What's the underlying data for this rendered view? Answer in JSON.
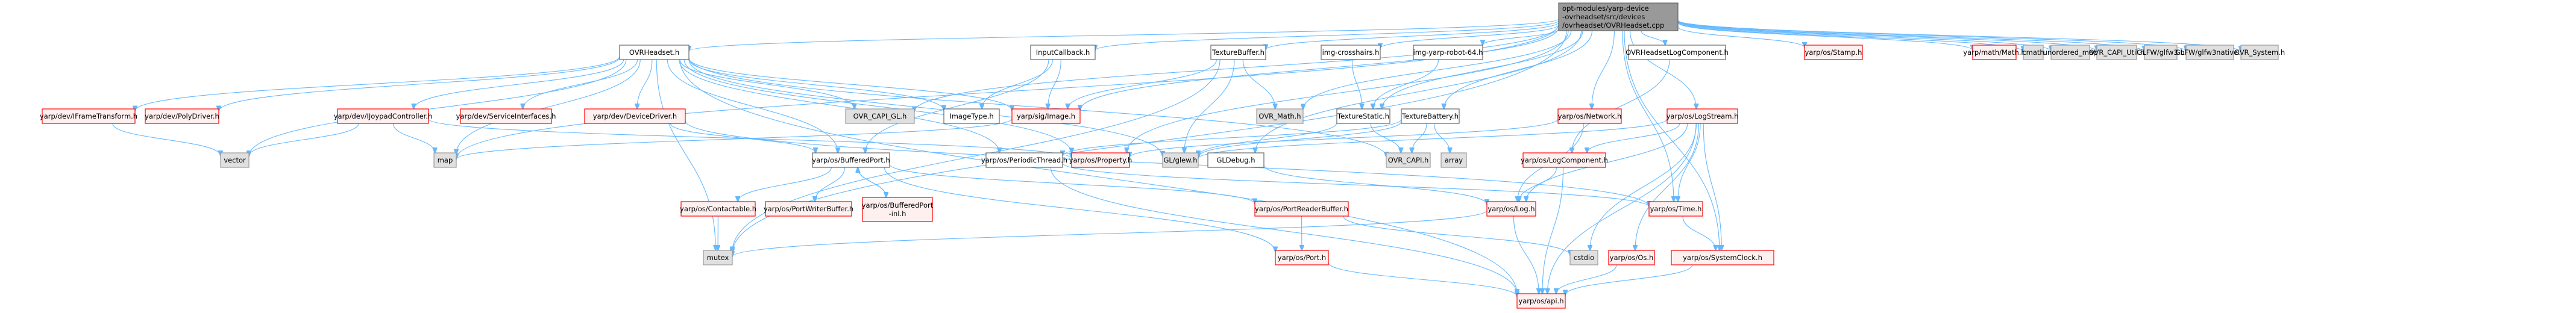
{
  "graph": {
    "title": "Include dependency graph for OVRHeadset.cpp",
    "styles": {
      "root": {
        "fill": "#999999",
        "stroke": "#666666"
      },
      "local": {
        "fill": "#ffffff",
        "stroke": "#666666"
      },
      "system": {
        "fill": "#e0e0e0",
        "stroke": "#999999"
      },
      "external": {
        "fill": "#fff0f0",
        "stroke": "#ff0000"
      },
      "edge": "#63b8ff"
    },
    "nodes": [
      {
        "id": "root",
        "lines": [
          "opt-modules/yarp-device",
          "-ovrheadset/src/devices",
          "/ovrheadset/OVRHeadset.cpp"
        ],
        "kind": "root"
      },
      {
        "id": "ovrheadset_h",
        "lines": [
          "OVRHeadset.h"
        ],
        "kind": "local"
      },
      {
        "id": "inputcallback_h",
        "lines": [
          "InputCallback.h"
        ],
        "kind": "local"
      },
      {
        "id": "texturebuffer_h",
        "lines": [
          "TextureBuffer.h"
        ],
        "kind": "local"
      },
      {
        "id": "img_crosshairs_h",
        "lines": [
          "img-crosshairs.h"
        ],
        "kind": "local"
      },
      {
        "id": "img_yarp_robot_h",
        "lines": [
          "img-yarp-robot-64.h"
        ],
        "kind": "local"
      },
      {
        "id": "ovrlogcomp_h",
        "lines": [
          "OVRHeadsetLogComponent.h"
        ],
        "kind": "local"
      },
      {
        "id": "stamp_h",
        "lines": [
          "yarp/os/Stamp.h"
        ],
        "kind": "external"
      },
      {
        "id": "math_h",
        "lines": [
          "yarp/math/Math.h"
        ],
        "kind": "external"
      },
      {
        "id": "cmath",
        "lines": [
          "cmath"
        ],
        "kind": "system"
      },
      {
        "id": "unordered_map",
        "lines": [
          "unordered_map"
        ],
        "kind": "system"
      },
      {
        "id": "ovr_capi_util",
        "lines": [
          "OVR_CAPI_Util.h"
        ],
        "kind": "system"
      },
      {
        "id": "glfw3",
        "lines": [
          "GLFW/glfw3.h"
        ],
        "kind": "system"
      },
      {
        "id": "glfw3native",
        "lines": [
          "GLFW/glfw3native.h"
        ],
        "kind": "system"
      },
      {
        "id": "ovr_system",
        "lines": [
          "OVR_System.h"
        ],
        "kind": "system"
      },
      {
        "id": "iframetransform_h",
        "lines": [
          "yarp/dev/IFrameTransform.h"
        ],
        "kind": "external"
      },
      {
        "id": "polydriver_h",
        "lines": [
          "yarp/dev/PolyDriver.h"
        ],
        "kind": "external"
      },
      {
        "id": "ijoypad_h",
        "lines": [
          "yarp/dev/IJoypadController.h"
        ],
        "kind": "external"
      },
      {
        "id": "serviceif_h",
        "lines": [
          "yarp/dev/ServiceInterfaces.h"
        ],
        "kind": "external"
      },
      {
        "id": "devicedriver_h",
        "lines": [
          "yarp/dev/DeviceDriver.h"
        ],
        "kind": "external"
      },
      {
        "id": "ovr_capi_gl",
        "lines": [
          "OVR_CAPI_GL.h"
        ],
        "kind": "system"
      },
      {
        "id": "imagetype_h",
        "lines": [
          "ImageType.h"
        ],
        "kind": "local"
      },
      {
        "id": "image_h",
        "lines": [
          "yarp/sig/Image.h"
        ],
        "kind": "external"
      },
      {
        "id": "ovr_math",
        "lines": [
          "OVR_Math.h"
        ],
        "kind": "system"
      },
      {
        "id": "texturestatic_h",
        "lines": [
          "TextureStatic.h"
        ],
        "kind": "local"
      },
      {
        "id": "texturebattery_h",
        "lines": [
          "TextureBattery.h"
        ],
        "kind": "local"
      },
      {
        "id": "network_h",
        "lines": [
          "yarp/os/Network.h"
        ],
        "kind": "external"
      },
      {
        "id": "logstream_h",
        "lines": [
          "yarp/os/LogStream.h"
        ],
        "kind": "external"
      },
      {
        "id": "vector",
        "lines": [
          "vector"
        ],
        "kind": "system"
      },
      {
        "id": "map",
        "lines": [
          "map"
        ],
        "kind": "system"
      },
      {
        "id": "bufferedport_h",
        "lines": [
          "yarp/os/BufferedPort.h"
        ],
        "kind": "local"
      },
      {
        "id": "periodicthread_h",
        "lines": [
          "yarp/os/PeriodicThread.h"
        ],
        "kind": "local"
      },
      {
        "id": "property_h",
        "lines": [
          "yarp/os/Property.h"
        ],
        "kind": "external"
      },
      {
        "id": "glew_h",
        "lines": [
          "GL/glew.h"
        ],
        "kind": "system"
      },
      {
        "id": "gldebug_h",
        "lines": [
          "GLDebug.h"
        ],
        "kind": "local"
      },
      {
        "id": "ovr_capi_h",
        "lines": [
          "OVR_CAPI.h"
        ],
        "kind": "system"
      },
      {
        "id": "array",
        "lines": [
          "array"
        ],
        "kind": "system"
      },
      {
        "id": "logcomponent_h",
        "lines": [
          "yarp/os/LogComponent.h"
        ],
        "kind": "external"
      },
      {
        "id": "contactable_h",
        "lines": [
          "yarp/os/Contactable.h"
        ],
        "kind": "external"
      },
      {
        "id": "portwriterbuffer_h",
        "lines": [
          "yarp/os/PortWriterBuffer.h"
        ],
        "kind": "external"
      },
      {
        "id": "bufferedport_inl_h",
        "lines": [
          "yarp/os/BufferedPort",
          "-inl.h"
        ],
        "kind": "external"
      },
      {
        "id": "portreaderbuffer_h",
        "lines": [
          "yarp/os/PortReaderBuffer.h"
        ],
        "kind": "external"
      },
      {
        "id": "log_h",
        "lines": [
          "yarp/os/Log.h"
        ],
        "kind": "external"
      },
      {
        "id": "time_h",
        "lines": [
          "yarp/os/Time.h"
        ],
        "kind": "external"
      },
      {
        "id": "mutex",
        "lines": [
          "mutex"
        ],
        "kind": "system"
      },
      {
        "id": "port_h",
        "lines": [
          "yarp/os/Port.h"
        ],
        "kind": "external"
      },
      {
        "id": "cstdio",
        "lines": [
          "cstdio"
        ],
        "kind": "system"
      },
      {
        "id": "os_h",
        "lines": [
          "yarp/os/Os.h"
        ],
        "kind": "external"
      },
      {
        "id": "systemclock_h",
        "lines": [
          "yarp/os/SystemClock.h"
        ],
        "kind": "external"
      },
      {
        "id": "api_h",
        "lines": [
          "yarp/os/api.h"
        ],
        "kind": "external"
      }
    ],
    "edges": [
      [
        "root",
        "ovrheadset_h"
      ],
      [
        "root",
        "inputcallback_h"
      ],
      [
        "root",
        "texturebuffer_h"
      ],
      [
        "root",
        "img_crosshairs_h"
      ],
      [
        "root",
        "img_yarp_robot_h"
      ],
      [
        "root",
        "ovrlogcomp_h"
      ],
      [
        "root",
        "stamp_h"
      ],
      [
        "root",
        "math_h"
      ],
      [
        "root",
        "cmath"
      ],
      [
        "root",
        "unordered_map"
      ],
      [
        "root",
        "ovr_capi_util"
      ],
      [
        "root",
        "glfw3"
      ],
      [
        "root",
        "glfw3native"
      ],
      [
        "root",
        "ovr_system"
      ],
      [
        "root",
        "ovr_capi_gl"
      ],
      [
        "root",
        "image_h"
      ],
      [
        "root",
        "ovr_math"
      ],
      [
        "root",
        "texturestatic_h"
      ],
      [
        "root",
        "texturebattery_h"
      ],
      [
        "root",
        "network_h"
      ],
      [
        "root",
        "logstream_h"
      ],
      [
        "root",
        "map"
      ],
      [
        "root",
        "property_h"
      ],
      [
        "root",
        "gldebug_h"
      ],
      [
        "root",
        "time_h"
      ],
      [
        "root",
        "systemclock_h"
      ],
      [
        "root",
        "mutex"
      ],
      [
        "ovrheadset_h",
        "iframetransform_h"
      ],
      [
        "ovrheadset_h",
        "polydriver_h"
      ],
      [
        "ovrheadset_h",
        "ijoypad_h"
      ],
      [
        "ovrheadset_h",
        "serviceif_h"
      ],
      [
        "ovrheadset_h",
        "devicedriver_h"
      ],
      [
        "ovrheadset_h",
        "ovr_capi_gl"
      ],
      [
        "ovrheadset_h",
        "imagetype_h"
      ],
      [
        "ovrheadset_h",
        "image_h"
      ],
      [
        "ovrheadset_h",
        "vector"
      ],
      [
        "ovrheadset_h",
        "map"
      ],
      [
        "ovrheadset_h",
        "bufferedport_h"
      ],
      [
        "ovrheadset_h",
        "periodicthread_h"
      ],
      [
        "ovrheadset_h",
        "property_h"
      ],
      [
        "ovrheadset_h",
        "glew_h"
      ],
      [
        "ovrheadset_h",
        "ovr_capi_h"
      ],
      [
        "ovrheadset_h",
        "mutex"
      ],
      [
        "ovrheadset_h",
        "api_h"
      ],
      [
        "iframetransform_h",
        "vector"
      ],
      [
        "ijoypad_h",
        "vector"
      ],
      [
        "ijoypad_h",
        "map"
      ],
      [
        "ijoypad_h",
        "property_h"
      ],
      [
        "devicedriver_h",
        "bufferedport_h"
      ],
      [
        "devicedriver_h",
        "time_h"
      ],
      [
        "inputcallback_h",
        "imagetype_h"
      ],
      [
        "inputcallback_h",
        "image_h"
      ],
      [
        "inputcallback_h",
        "bufferedport_h"
      ],
      [
        "image_h",
        "map"
      ],
      [
        "texturebuffer_h",
        "image_h"
      ],
      [
        "texturebuffer_h",
        "ovr_math"
      ],
      [
        "texturebuffer_h",
        "glew_h"
      ],
      [
        "texturebuffer_h",
        "mutex"
      ],
      [
        "img_crosshairs_h",
        "texturestatic_h"
      ],
      [
        "img_yarp_robot_h",
        "texturestatic_h"
      ],
      [
        "texturestatic_h",
        "glew_h"
      ],
      [
        "texturestatic_h",
        "ovr_capi_h"
      ],
      [
        "texturebattery_h",
        "glew_h"
      ],
      [
        "texturebattery_h",
        "ovr_capi_h"
      ],
      [
        "texturebattery_h",
        "array"
      ],
      [
        "texturebattery_h",
        "periodicthread_h"
      ],
      [
        "network_h",
        "property_h"
      ],
      [
        "network_h",
        "log_h"
      ],
      [
        "ovrlogcomp_h",
        "logcomponent_h"
      ],
      [
        "logstream_h",
        "logcomponent_h"
      ],
      [
        "logstream_h",
        "log_h"
      ],
      [
        "logstream_h",
        "time_h"
      ],
      [
        "logstream_h",
        "systemclock_h"
      ],
      [
        "logstream_h",
        "cstdio"
      ],
      [
        "logstream_h",
        "os_h"
      ],
      [
        "logstream_h",
        "api_h"
      ],
      [
        "logstream_h",
        "glew_h"
      ],
      [
        "logcomponent_h",
        "log_h"
      ],
      [
        "logcomponent_h",
        "api_h"
      ],
      [
        "bufferedport_h",
        "contactable_h"
      ],
      [
        "bufferedport_h",
        "portwriterbuffer_h"
      ],
      [
        "bufferedport_h",
        "bufferedport_inl_h"
      ],
      [
        "bufferedport_inl_h",
        "bufferedport_h"
      ],
      [
        "bufferedport_h",
        "portreaderbuffer_h"
      ],
      [
        "bufferedport_h",
        "port_h"
      ],
      [
        "periodicthread_h",
        "time_h"
      ],
      [
        "periodicthread_h",
        "api_h"
      ],
      [
        "gldebug_h",
        "log_h"
      ],
      [
        "contactable_h",
        "mutex"
      ],
      [
        "portreaderbuffer_h",
        "port_h"
      ],
      [
        "portreaderbuffer_h",
        "cstdio"
      ],
      [
        "port_h",
        "api_h"
      ],
      [
        "log_h",
        "api_h"
      ],
      [
        "log_h",
        "mutex"
      ],
      [
        "time_h",
        "systemclock_h"
      ],
      [
        "os_h",
        "api_h"
      ],
      [
        "systemclock_h",
        "api_h"
      ]
    ]
  }
}
